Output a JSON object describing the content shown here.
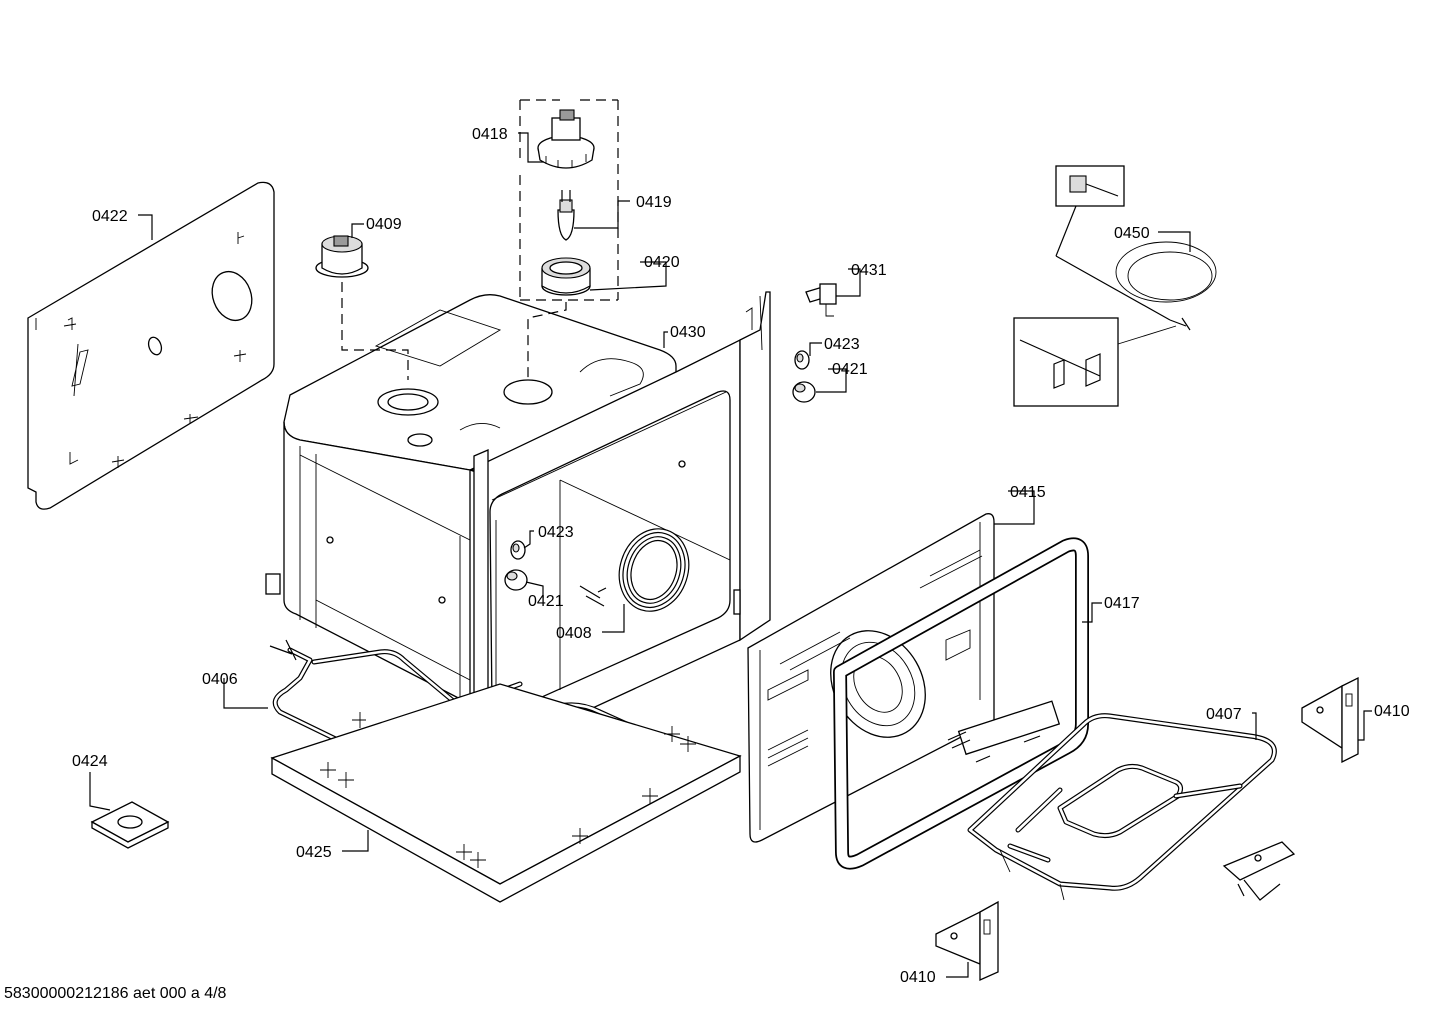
{
  "callouts": [
    {
      "id": "0418",
      "label": "0418"
    },
    {
      "id": "0419",
      "label": "0419"
    },
    {
      "id": "0420",
      "label": "0420"
    },
    {
      "id": "0409",
      "label": "0409"
    },
    {
      "id": "0422",
      "label": "0422"
    },
    {
      "id": "0430",
      "label": "0430"
    },
    {
      "id": "0431",
      "label": "0431"
    },
    {
      "id": "0423a",
      "label": "0423"
    },
    {
      "id": "0421a",
      "label": "0421"
    },
    {
      "id": "0450",
      "label": "0450"
    },
    {
      "id": "0415",
      "label": "0415"
    },
    {
      "id": "0423b",
      "label": "0423"
    },
    {
      "id": "0421b",
      "label": "0421"
    },
    {
      "id": "0408",
      "label": "0408"
    },
    {
      "id": "0417",
      "label": "0417"
    },
    {
      "id": "0406",
      "label": "0406"
    },
    {
      "id": "0407",
      "label": "0407"
    },
    {
      "id": "0410a",
      "label": "0410"
    },
    {
      "id": "0424",
      "label": "0424"
    },
    {
      "id": "0425",
      "label": "0425"
    },
    {
      "id": "0410b",
      "label": "0410"
    }
  ],
  "footer": {
    "document_code": "58300000212186 aet 000 a 4/8"
  }
}
